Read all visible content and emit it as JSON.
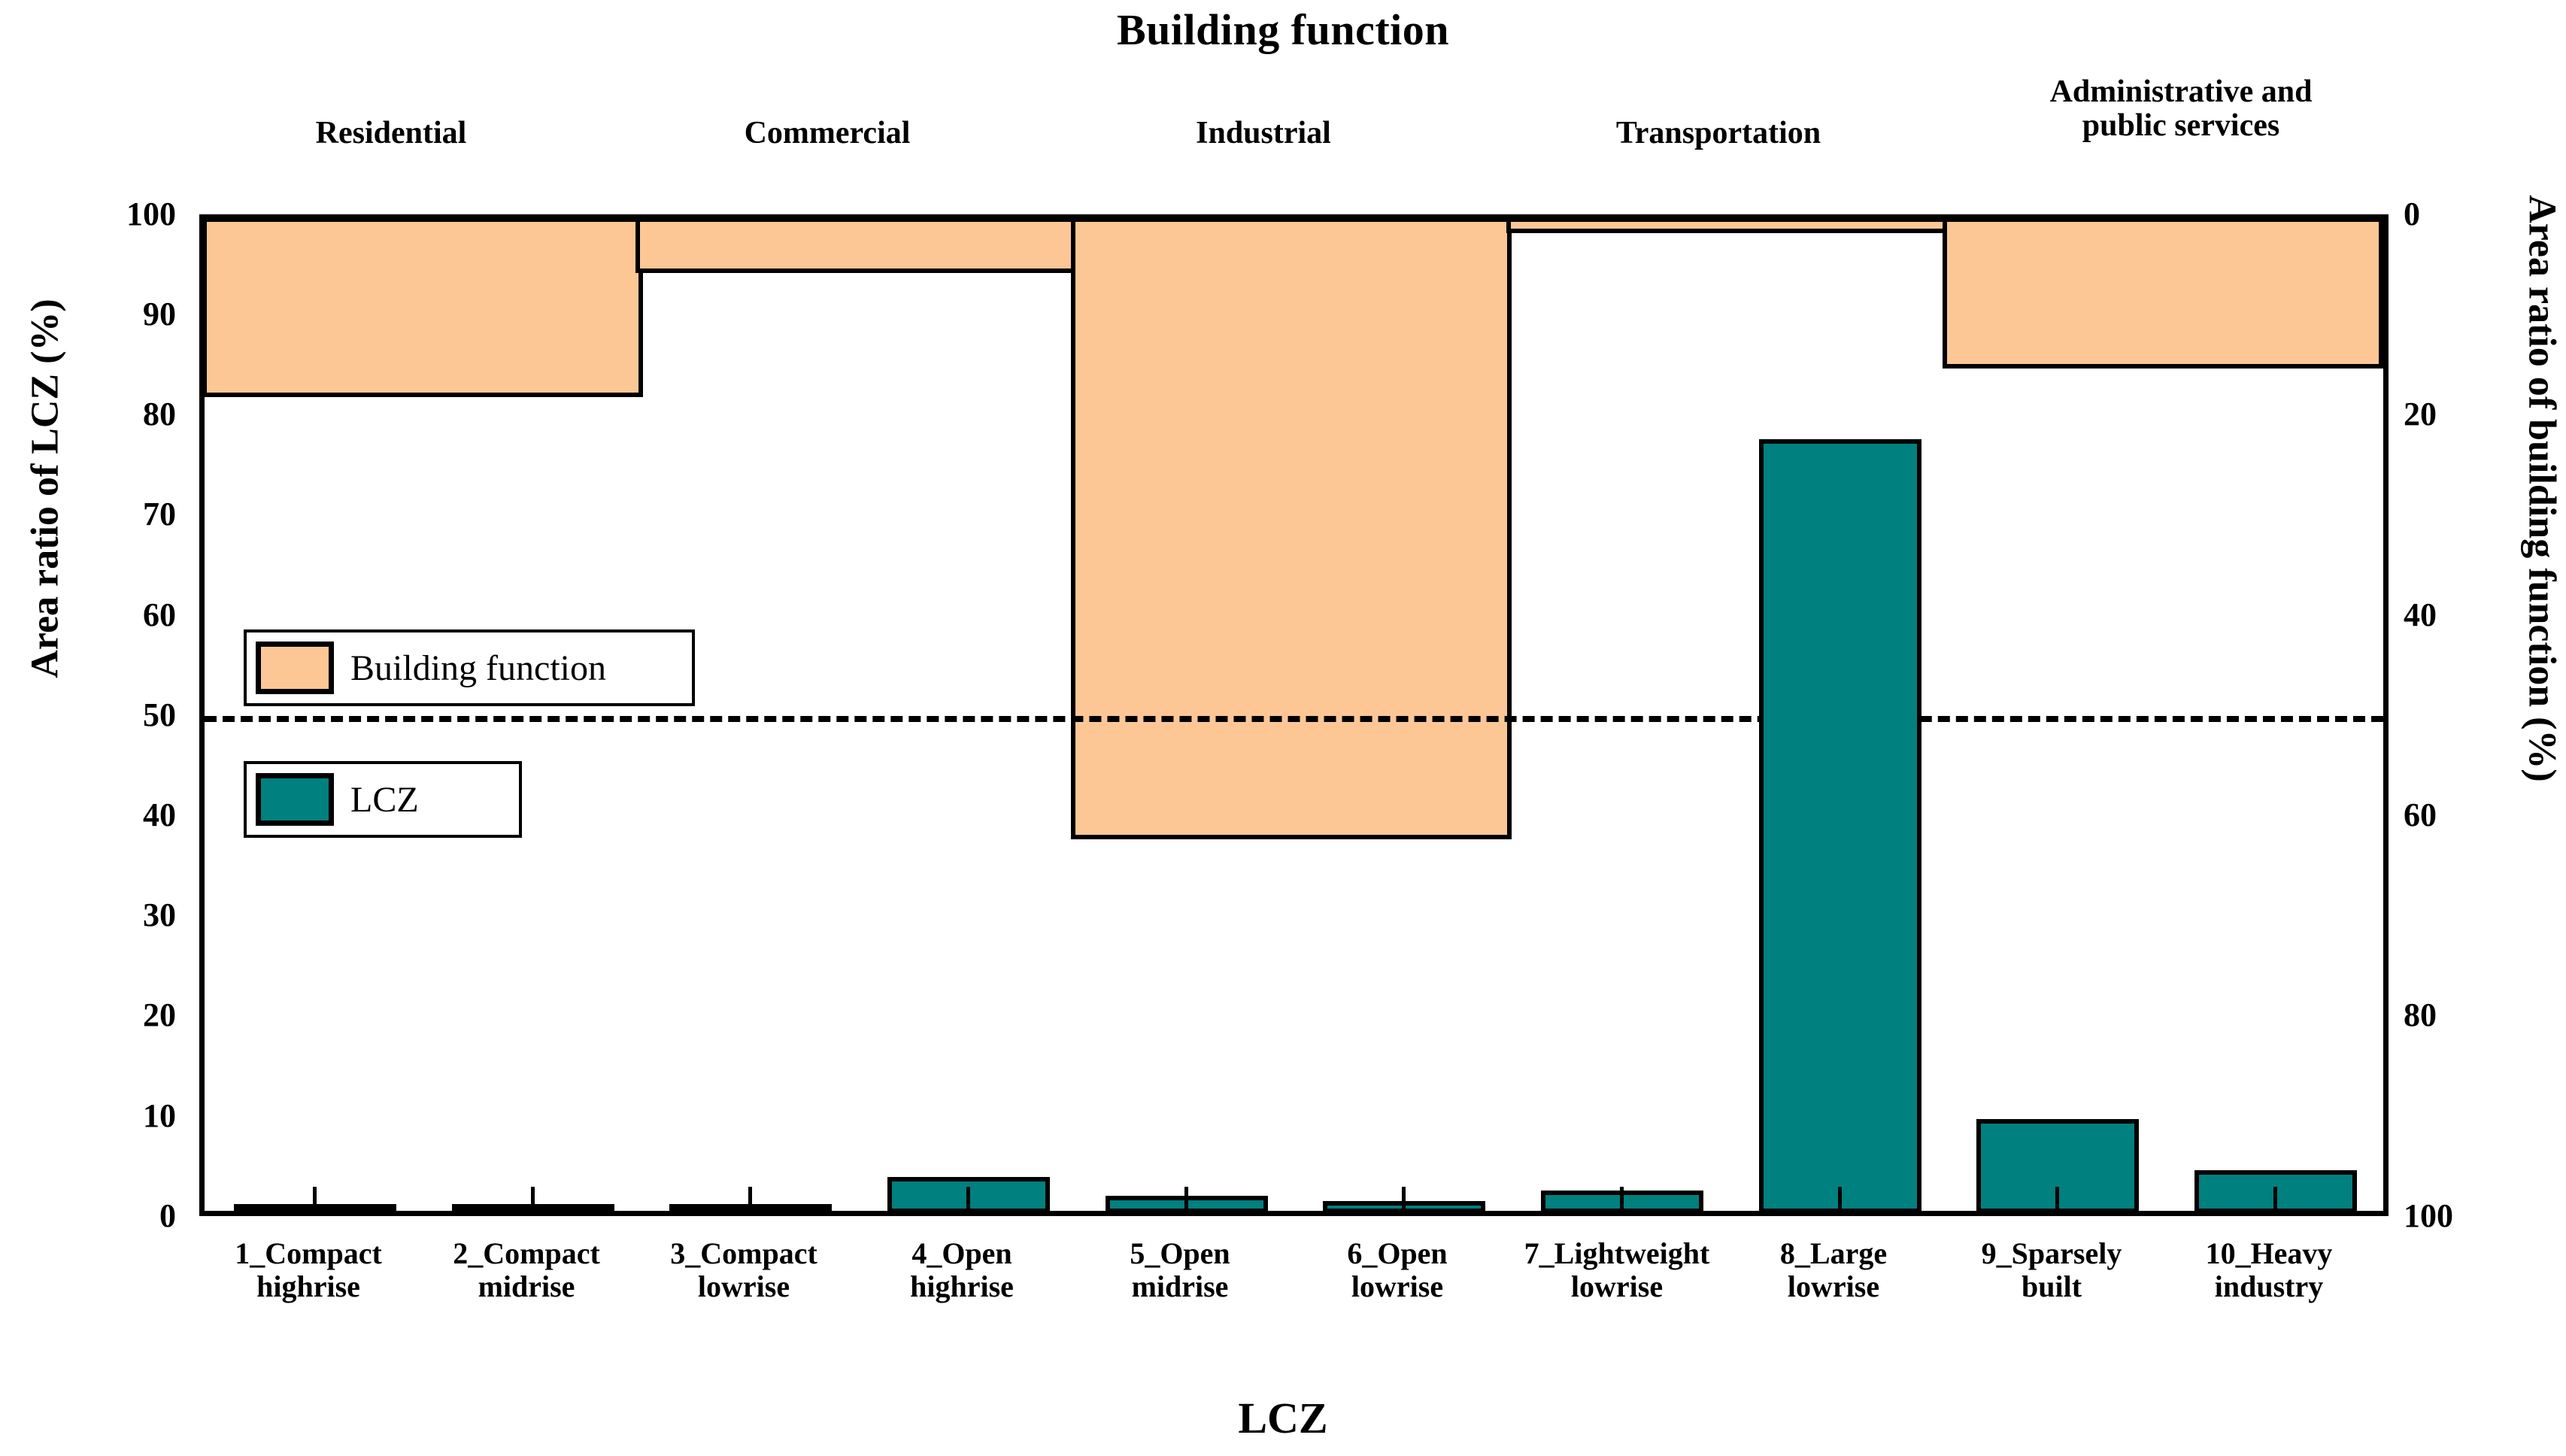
{
  "chart_data": {
    "type": "bar",
    "title": "Building function",
    "xlabel": "LCZ",
    "ylabel_left": "Area ratio of LCZ (%)",
    "ylabel_right": "Area ratio of building function (%)",
    "categories": [
      "1_Compact highrise",
      "2_Compact midrise",
      "3_Compact lowrise",
      "4_Open highrise",
      "5_Open midrise",
      "6_Open lowrise",
      "7_Lightweight lowrise",
      "8_Large lowrise",
      "9_Sparsely built",
      "10_Heavy industry"
    ],
    "category_lines": [
      [
        "1_Compact",
        "highrise"
      ],
      [
        "2_Compact",
        "midrise"
      ],
      [
        "3_Compact",
        "lowrise"
      ],
      [
        "4_Open",
        "highrise"
      ],
      [
        "5_Open",
        "midrise"
      ],
      [
        "6_Open",
        "lowrise"
      ],
      [
        "7_Lightweight",
        "lowrise"
      ],
      [
        "8_Large",
        "lowrise"
      ],
      [
        "9_Sparsely",
        "built"
      ],
      [
        "10_Heavy",
        "industry"
      ]
    ],
    "ylim_left": [
      0,
      100
    ],
    "ylim_right": [
      100,
      0
    ],
    "yticks_left": [
      0,
      10,
      20,
      30,
      40,
      50,
      60,
      70,
      80,
      90,
      100
    ],
    "yticks_right": [
      0,
      20,
      40,
      60,
      80,
      100
    ],
    "yticks_right_minor": [
      10,
      30,
      50,
      70,
      90
    ],
    "grid": false,
    "reference_line": {
      "value": 50,
      "style": "dashed",
      "axis": "left"
    },
    "legend_position": "center-left",
    "series": [
      {
        "name": "LCZ",
        "color": "#00807F",
        "axis": "left",
        "values": [
          0.1,
          0.6,
          0.5,
          3.4,
          1.5,
          1.0,
          2.0,
          77.0,
          9.2,
          4.1
        ]
      },
      {
        "name": "Building function",
        "color": "#FCC795",
        "axis": "right",
        "groups": [
          {
            "label": "Residential",
            "span": [
              1,
              2
            ],
            "value": 17.5
          },
          {
            "label": "Commercial",
            "span": [
              3,
              4
            ],
            "value": 5.2
          },
          {
            "label": "Industrial",
            "span": [
              5,
              6
            ],
            "value": 61.8
          },
          {
            "label": "Transportation",
            "span": [
              7,
              8
            ],
            "value": 1.2
          },
          {
            "label": "Administrative and public services",
            "span": [
              9,
              10
            ],
            "value": 14.8
          }
        ]
      }
    ]
  },
  "legend": {
    "items": [
      {
        "label": "Building function",
        "color": "#FCC795"
      },
      {
        "label": "LCZ",
        "color": "#00807F"
      }
    ]
  },
  "group_labels": [
    {
      "text_lines": [
        "Residential"
      ]
    },
    {
      "text_lines": [
        "Commercial"
      ]
    },
    {
      "text_lines": [
        "Industrial"
      ]
    },
    {
      "text_lines": [
        "Transportation"
      ]
    },
    {
      "text_lines": [
        "Administrative and",
        "public services"
      ]
    }
  ]
}
